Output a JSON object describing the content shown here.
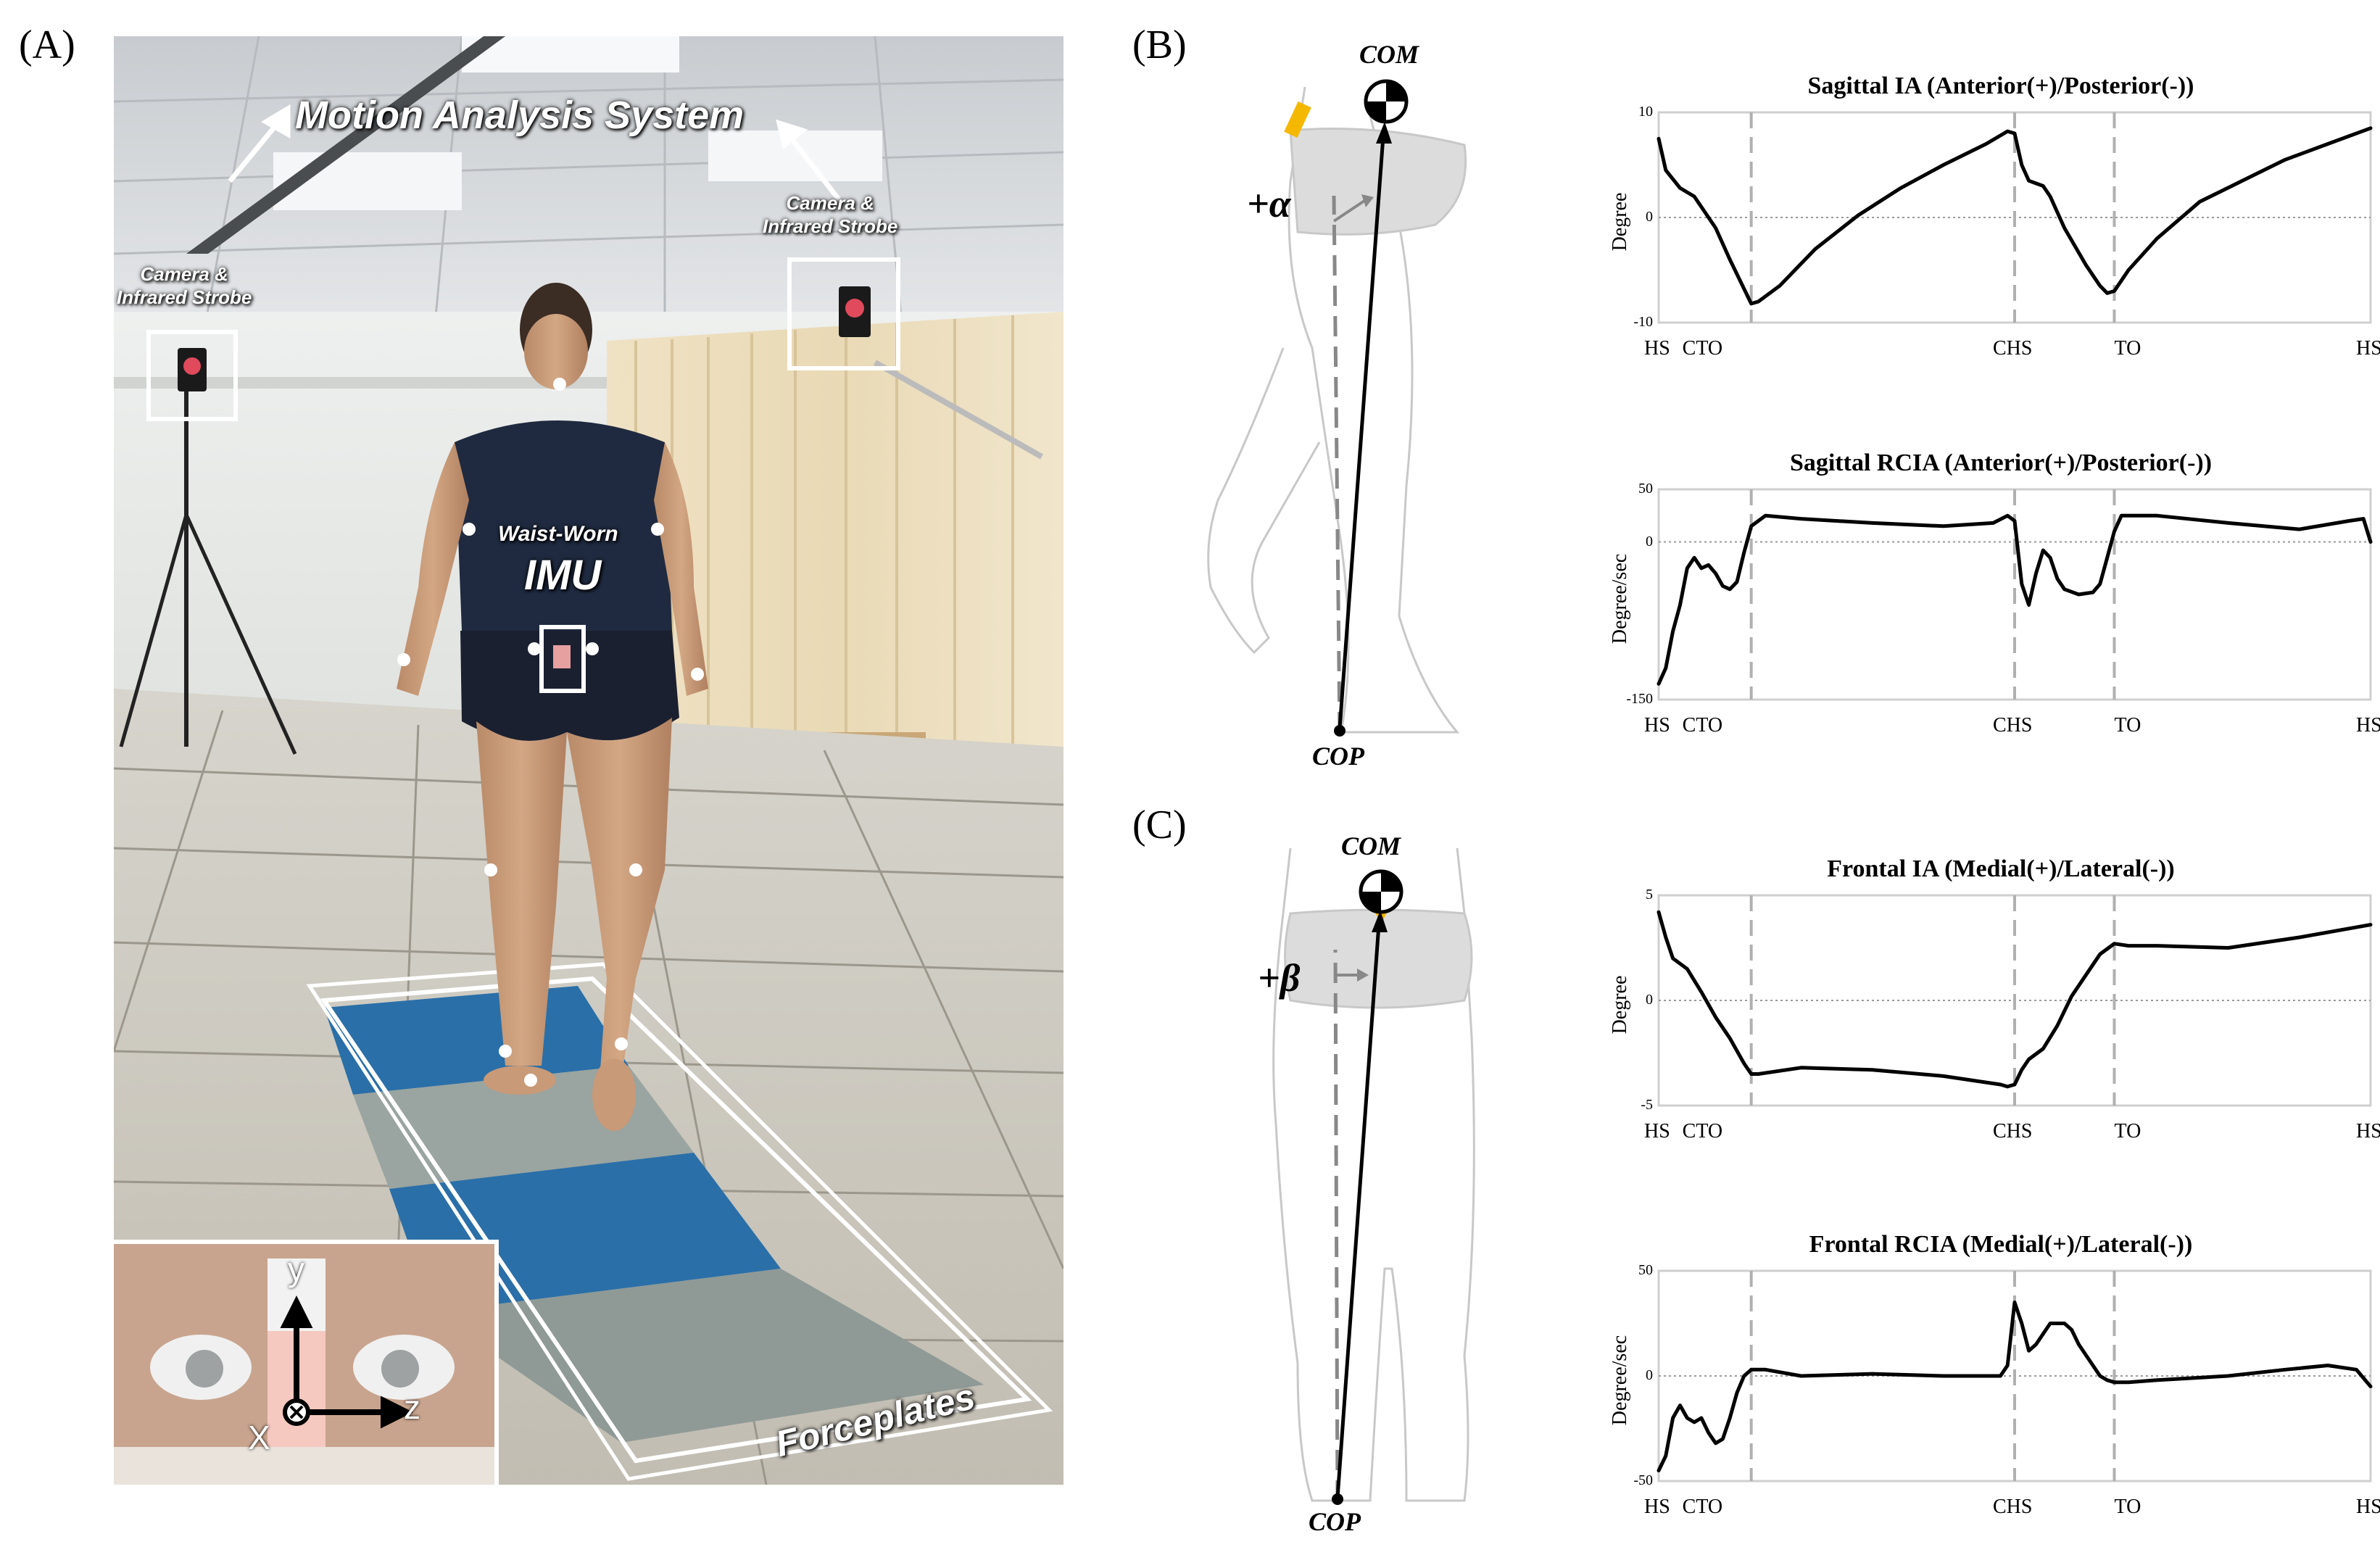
{
  "panels": {
    "a_label": "(A)",
    "b_label": "(B)",
    "c_label": "(C)"
  },
  "photo": {
    "system_label": "Motion Analysis System",
    "camera_left": [
      "Camera &",
      "Infrared Strobe"
    ],
    "camera_right": [
      "Camera &",
      "Infrared Strobe"
    ],
    "imu_line1": "Waist-Worn",
    "imu_line2": "IMU",
    "forceplates": "Forceplates",
    "axis_x": "X",
    "axis_y": "y",
    "axis_z": "z"
  },
  "diagrams": {
    "sagittal": {
      "com": "COM",
      "cop": "COP",
      "angle": "+α"
    },
    "frontal": {
      "com": "COM",
      "cop": "COP",
      "angle": "+β"
    }
  },
  "colors": {
    "marker": "#f5b800",
    "curve": "#000000",
    "frame": "#cfcfcf",
    "body_fill": "#d8d8d8"
  },
  "events": [
    "HS",
    "CTO",
    "CHS",
    "TO",
    "HS"
  ],
  "chart_data": [
    {
      "type": "line",
      "title": "Sagittal IA (Anterior(+)/Posterior(-))",
      "ylabel": "Degree",
      "ylim": [
        -10,
        10
      ],
      "yticks": [
        "10",
        "0",
        "-10"
      ],
      "event_positions": [
        0,
        13,
        50,
        64,
        100
      ],
      "x": [
        0,
        1,
        3,
        5,
        8,
        10,
        13,
        14,
        17,
        22,
        28,
        34,
        40,
        46,
        49,
        50,
        51,
        52,
        54,
        55,
        57,
        60,
        62,
        63,
        64,
        66,
        70,
        76,
        82,
        88,
        94,
        100
      ],
      "values": [
        7.5,
        4.5,
        2.8,
        2.0,
        -1.0,
        -4.0,
        -8.2,
        -8.0,
        -6.5,
        -3.0,
        0.2,
        2.8,
        5.0,
        7.0,
        8.2,
        8.0,
        5.0,
        3.5,
        3.0,
        2.0,
        -1.0,
        -4.5,
        -6.5,
        -7.2,
        -7.0,
        -5.0,
        -2.0,
        1.5,
        3.5,
        5.5,
        7.0,
        8.5
      ]
    },
    {
      "type": "line",
      "title": "Sagittal RCIA (Anterior(+)/Posterior(-))",
      "ylabel": "Degree/sec",
      "ylim": [
        -150,
        50
      ],
      "yticks": [
        "50",
        "0",
        "-150"
      ],
      "event_positions": [
        0,
        13,
        50,
        64,
        100
      ],
      "x": [
        0,
        1,
        2,
        3,
        4,
        5,
        6,
        7,
        8,
        9,
        10,
        11,
        12,
        13,
        15,
        20,
        30,
        40,
        47,
        49,
        50,
        51,
        52,
        53,
        54,
        55,
        56,
        57,
        59,
        61,
        62,
        63,
        64,
        65,
        70,
        80,
        90,
        97,
        99,
        100
      ],
      "values": [
        -135,
        -120,
        -85,
        -60,
        -25,
        -15,
        -25,
        -22,
        -30,
        -42,
        -45,
        -38,
        -10,
        15,
        25,
        22,
        18,
        15,
        18,
        25,
        20,
        -40,
        -60,
        -30,
        -8,
        -15,
        -35,
        -45,
        -50,
        -48,
        -40,
        -15,
        10,
        25,
        25,
        18,
        12,
        20,
        22,
        0
      ]
    },
    {
      "type": "line",
      "title": "Frontal IA (Medial(+)/Lateral(-))",
      "ylabel": "Degree",
      "ylim": [
        -5,
        5
      ],
      "yticks": [
        "5",
        "0",
        "-5"
      ],
      "event_positions": [
        0,
        13,
        50,
        64,
        100
      ],
      "x": [
        0,
        1,
        2,
        4,
        6,
        8,
        10,
        12,
        13,
        14,
        20,
        30,
        40,
        46,
        48,
        49,
        50,
        51,
        52,
        54,
        56,
        58,
        60,
        62,
        64,
        66,
        70,
        80,
        90,
        100
      ],
      "values": [
        4.2,
        3.0,
        2.0,
        1.5,
        0.4,
        -0.8,
        -1.8,
        -3.0,
        -3.5,
        -3.5,
        -3.2,
        -3.3,
        -3.6,
        -3.9,
        -4.0,
        -4.1,
        -4.0,
        -3.3,
        -2.8,
        -2.3,
        -1.2,
        0.2,
        1.2,
        2.2,
        2.7,
        2.6,
        2.6,
        2.5,
        3.0,
        3.6
      ]
    },
    {
      "type": "line",
      "title": "Frontal RCIA (Medial(+)/Lateral(-))",
      "ylabel": "Degree/sec",
      "ylim": [
        -50,
        50
      ],
      "yticks": [
        "50",
        "0",
        "-50"
      ],
      "event_positions": [
        0,
        13,
        50,
        64,
        100
      ],
      "x": [
        0,
        1,
        2,
        3,
        4,
        5,
        6,
        7,
        8,
        9,
        10,
        11,
        12,
        13,
        15,
        20,
        30,
        40,
        48,
        49,
        50,
        51,
        52,
        53,
        54,
        55,
        56,
        57,
        58,
        59,
        60,
        61,
        62,
        63,
        64,
        66,
        70,
        80,
        88,
        94,
        98,
        100
      ],
      "values": [
        -45,
        -38,
        -20,
        -14,
        -20,
        -22,
        -20,
        -27,
        -32,
        -30,
        -20,
        -8,
        0,
        3,
        3,
        0,
        1,
        0,
        0,
        5,
        35,
        25,
        12,
        15,
        20,
        25,
        25,
        25,
        22,
        15,
        10,
        5,
        0,
        -2,
        -3,
        -3,
        -2,
        0,
        3,
        5,
        3,
        -5
      ]
    }
  ]
}
